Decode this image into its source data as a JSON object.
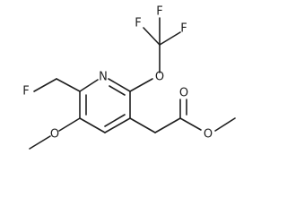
{
  "structure": {
    "atoms": {
      "ring_nitrogen": "N",
      "ether_oxygen_ocf3": "O",
      "cf3_fluorine_top_left": "F",
      "cf3_fluorine_top_right": "F",
      "cf3_fluorine_right": "F",
      "ch2f_fluorine": "F",
      "methoxy_oxygen": "O",
      "carbonyl_oxygen": "O",
      "ester_oxygen": "O"
    },
    "colors": {
      "bond": "#1f1f1f",
      "label": "#1f1f1f",
      "background": "#ffffff"
    }
  }
}
